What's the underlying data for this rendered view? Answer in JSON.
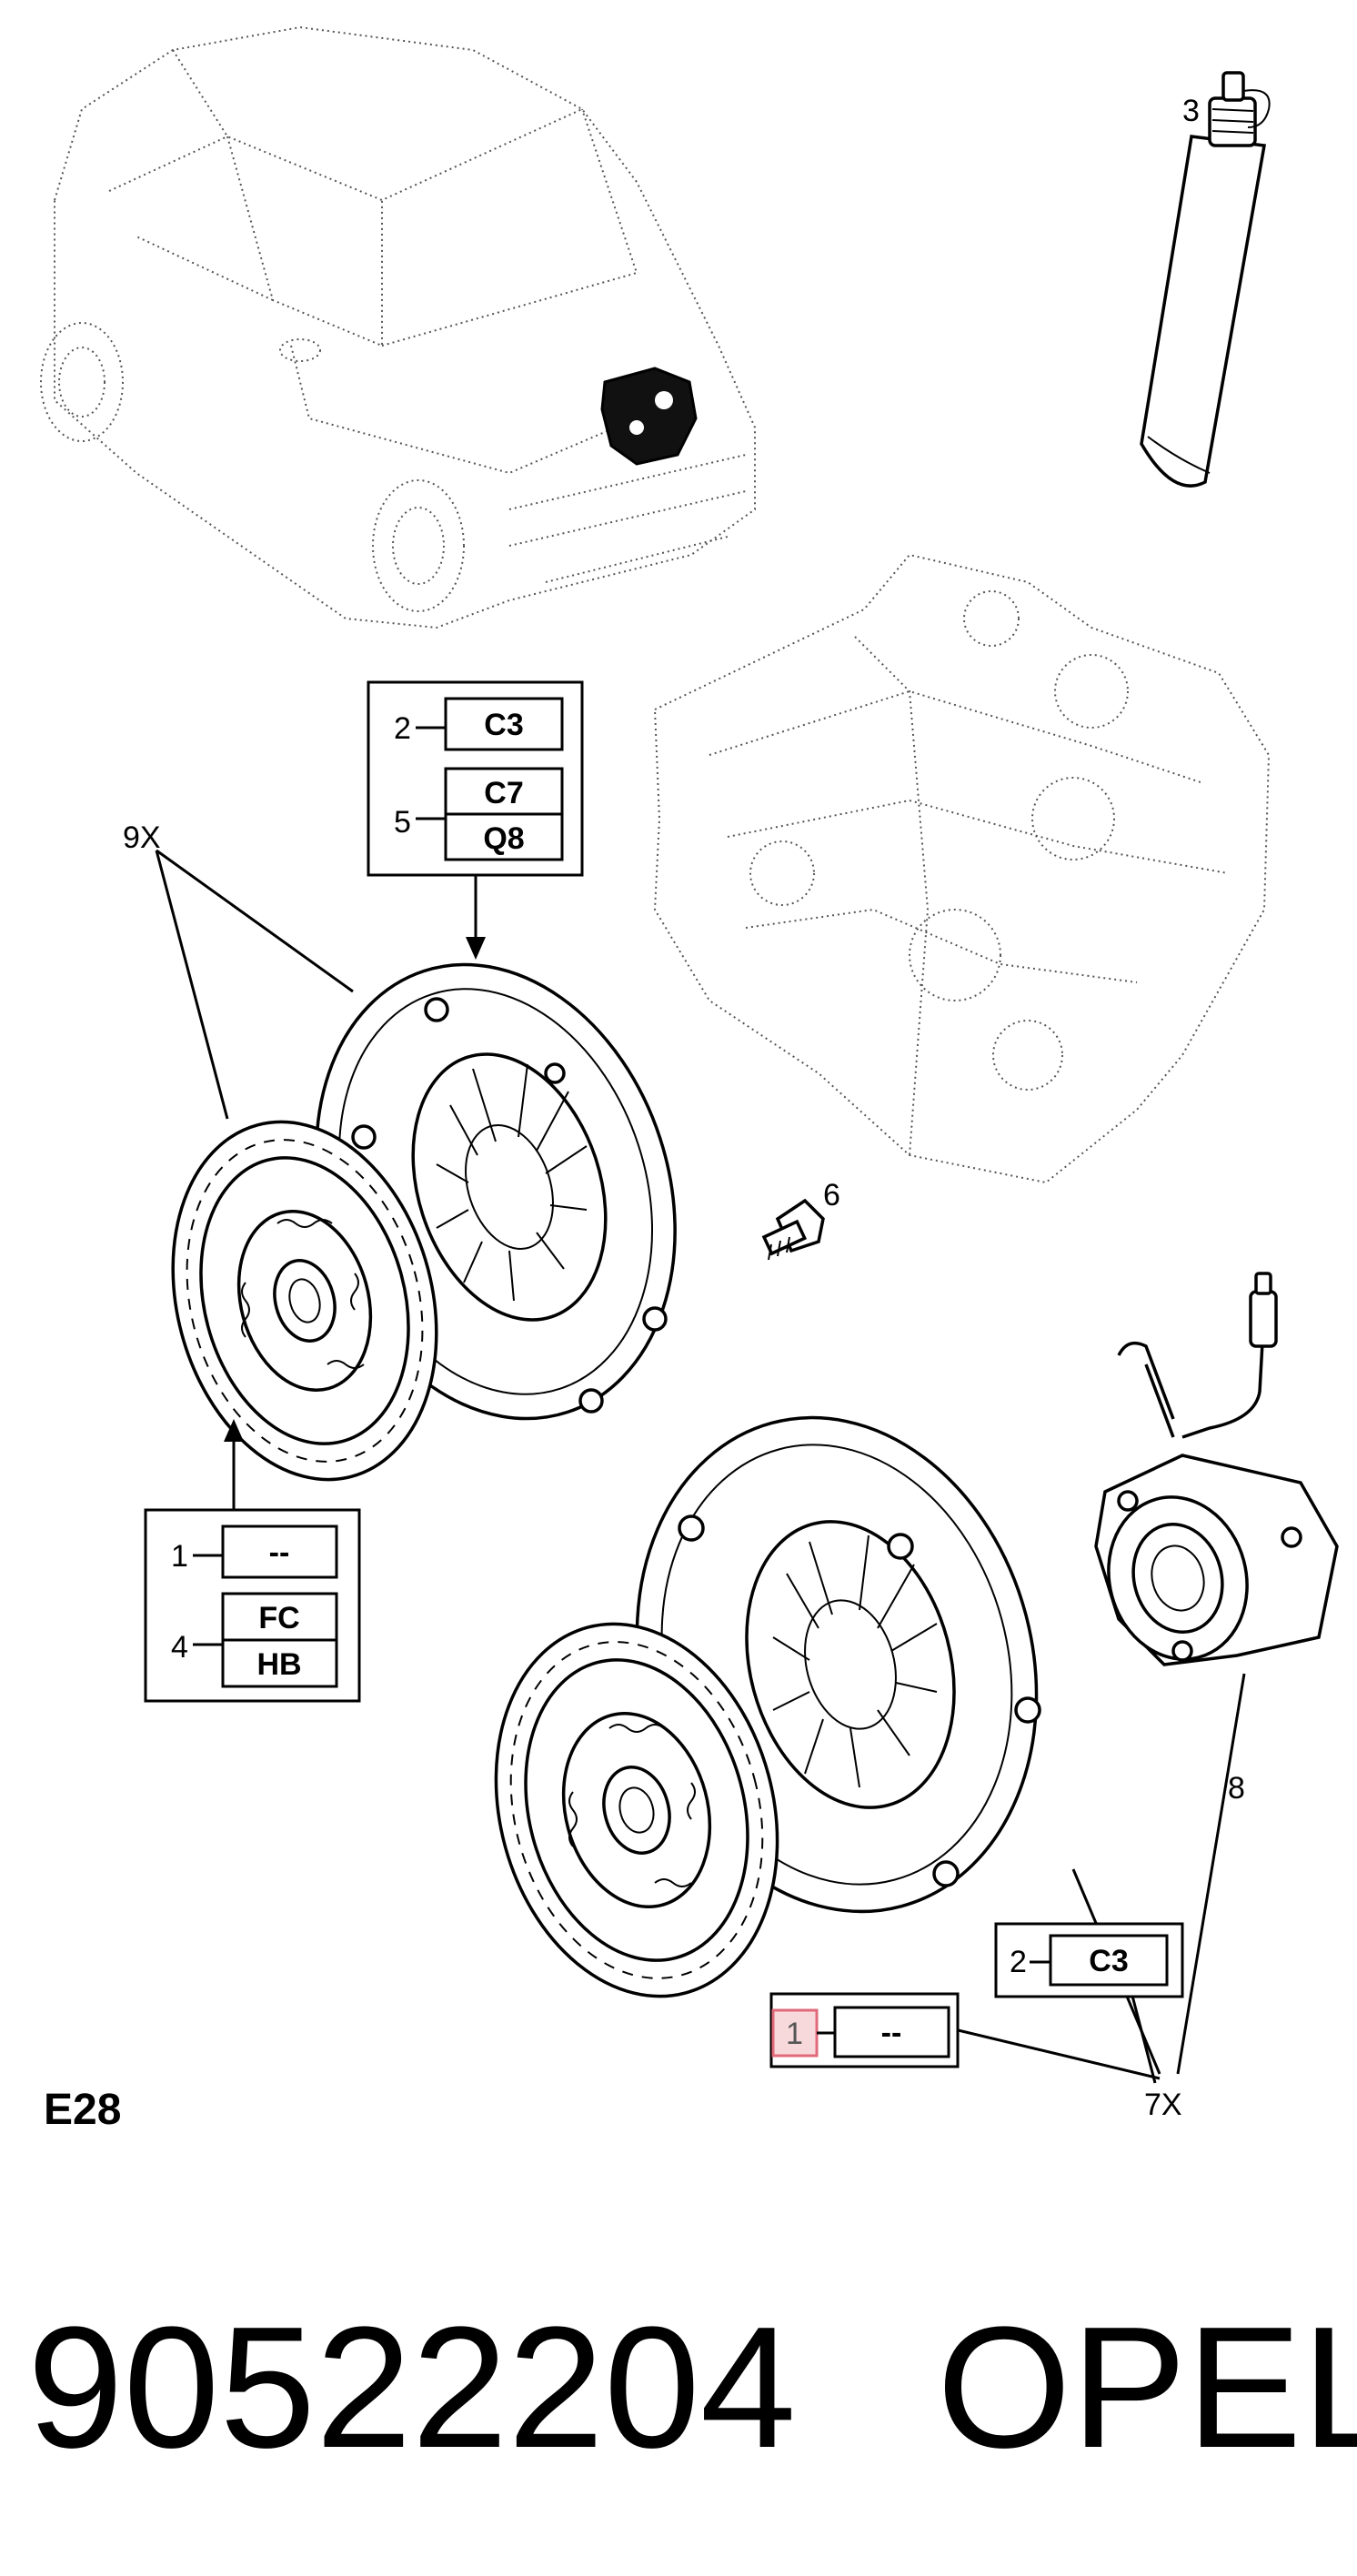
{
  "section_code": "E28",
  "part_number": "90522204",
  "brand": "OPEL",
  "callouts": {
    "tube": "3",
    "bolt": "6",
    "slave_cylinder": "8",
    "disc_group_upper": "9X",
    "disc_group_lower": "7X"
  },
  "box_top": {
    "row1_index": "2",
    "row1_code": "C3",
    "row2_index": "5",
    "row2_code_a": "C7",
    "row2_code_b": "Q8"
  },
  "box_left": {
    "row1_index": "1",
    "row1_code": "--",
    "row2_index": "4",
    "row2_code_a": "FC",
    "row2_code_b": "HB"
  },
  "box_right": {
    "row1_index": "2",
    "row1_code": "C3"
  },
  "box_bottom": {
    "row1_index": "1",
    "row1_code": "--"
  },
  "colors": {
    "highlight_fill": "#f7d9dc",
    "highlight_stroke": "#e06a7a"
  }
}
